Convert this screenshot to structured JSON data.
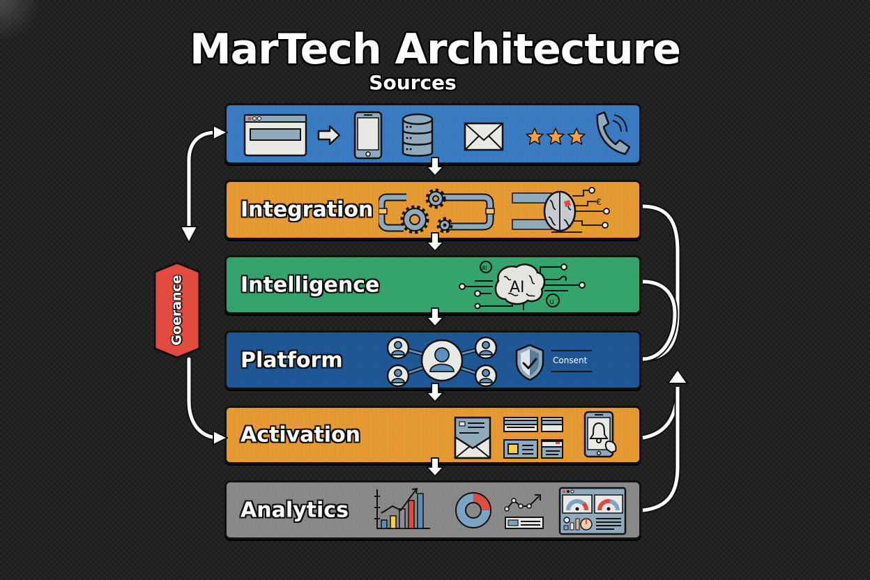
{
  "title": "MarTech Architecture",
  "subtitle": "Sources",
  "layers": [
    {
      "id": "sources",
      "label": "",
      "color": "#3a7cc4",
      "icons": [
        "browser-window-icon",
        "arrow-right-icon",
        "smartphone-icon",
        "database-icon",
        "envelope-icon",
        "three-stars-icon",
        "phone-handset-icon"
      ]
    },
    {
      "id": "integration",
      "label": "Integration",
      "color": "#e99b33",
      "icons": [
        "pipes-gears-icon",
        "circuit-brain-icon"
      ]
    },
    {
      "id": "intelligence",
      "label": "Intelligence",
      "color": "#35a56d",
      "icons": [
        "ai-brain-icon"
      ]
    },
    {
      "id": "platform",
      "label": "Platform",
      "color": "#1f5797",
      "icons": [
        "user-network-icon",
        "shield-check-icon"
      ],
      "consent_label": "Consent"
    },
    {
      "id": "activation",
      "label": "Activation",
      "color": "#e99b33",
      "icons": [
        "open-envelope-icon",
        "ad-cards-icon",
        "mobile-notification-icon"
      ]
    },
    {
      "id": "analytics",
      "label": "Analytics",
      "color": "#8a8a8a",
      "icons": [
        "bar-chart-icon",
        "donut-chart-icon",
        "line-chart-icon",
        "dashboard-icon"
      ]
    }
  ],
  "governance": {
    "label": "Goerance",
    "color": "#e04a3f"
  },
  "colors": {
    "background": "#1e1e1e",
    "arrow": "#ffffff",
    "outline": "#111111",
    "star": "#f0a040",
    "icon_gray": "#8fa9bd",
    "icon_light": "#e8e8e4",
    "red_accent": "#e04a3f",
    "yellow_accent": "#f5cd4a"
  }
}
